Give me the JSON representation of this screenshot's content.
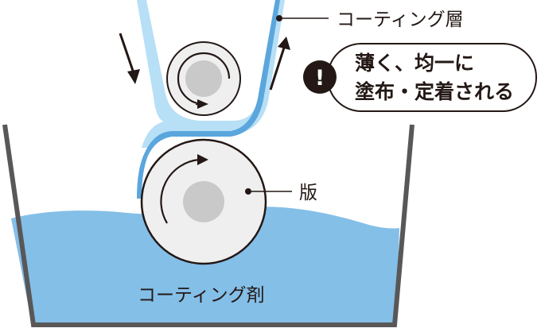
{
  "labels": {
    "coating_layer": "コーティング層",
    "plate": "版",
    "coating_agent": "コーティング剤"
  },
  "callout": {
    "line1": "薄く、均一に",
    "line2": "塗布・定着される",
    "mark": "!"
  },
  "colors": {
    "liquid": "#84bfe8",
    "film": "#b7dff6",
    "coating_layer": "#5aa6dd",
    "tank": "#595757",
    "roller": "#efefef",
    "roller_hub": "#c9c9c9",
    "ink": "#231815"
  },
  "icons": {
    "callout_mark": "exclamation-circle-icon",
    "feed_in": "arrow-down-icon",
    "feed_out": "arrow-up-icon",
    "rotation": "rotation-arrow-icon"
  }
}
